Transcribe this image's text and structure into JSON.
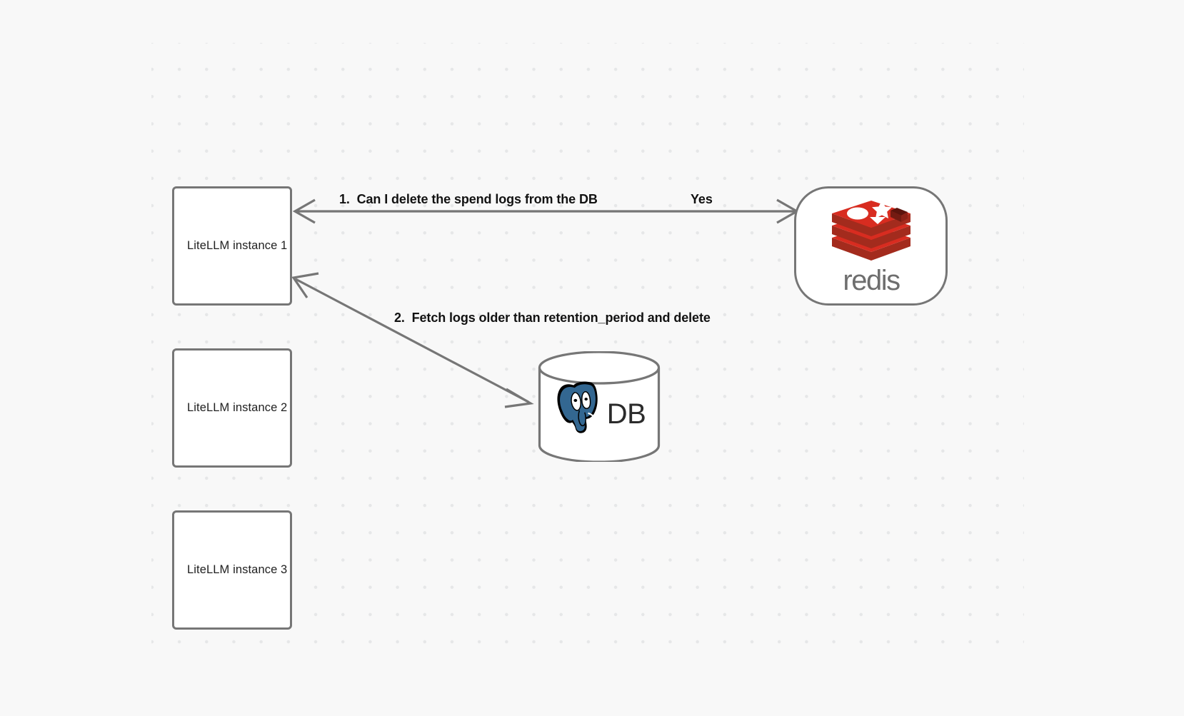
{
  "diagram": {
    "background_color": "#f8f8f8",
    "grid_dot_color": "#e6e7e8",
    "node_border_color": "#767676",
    "nodes": [
      {
        "id": "litellm-1",
        "label": "LiteLLM instance 1",
        "shape": "rectangle"
      },
      {
        "id": "litellm-2",
        "label": "LiteLLM instance 2",
        "shape": "rectangle"
      },
      {
        "id": "litellm-3",
        "label": "LiteLLM instance 3",
        "shape": "rectangle"
      },
      {
        "id": "redis",
        "label": "redis",
        "shape": "rounded-rectangle",
        "logo": "redis-logo",
        "accent_color": "#d82c20"
      },
      {
        "id": "db",
        "label": "DB",
        "shape": "cylinder",
        "logo": "postgresql-elephant-logo",
        "accent_color": "#336791"
      }
    ],
    "edges": [
      {
        "id": "edge-1",
        "from": "litellm-1",
        "to": "redis",
        "label": "1.  Can I delete the spend logs from the DB",
        "reply_label": "Yes",
        "arrowheads": "both"
      },
      {
        "id": "edge-2",
        "from": "litellm-1",
        "to": "db",
        "label": "2.  Fetch logs older than retention_period and delete",
        "arrowheads": "both"
      }
    ]
  }
}
